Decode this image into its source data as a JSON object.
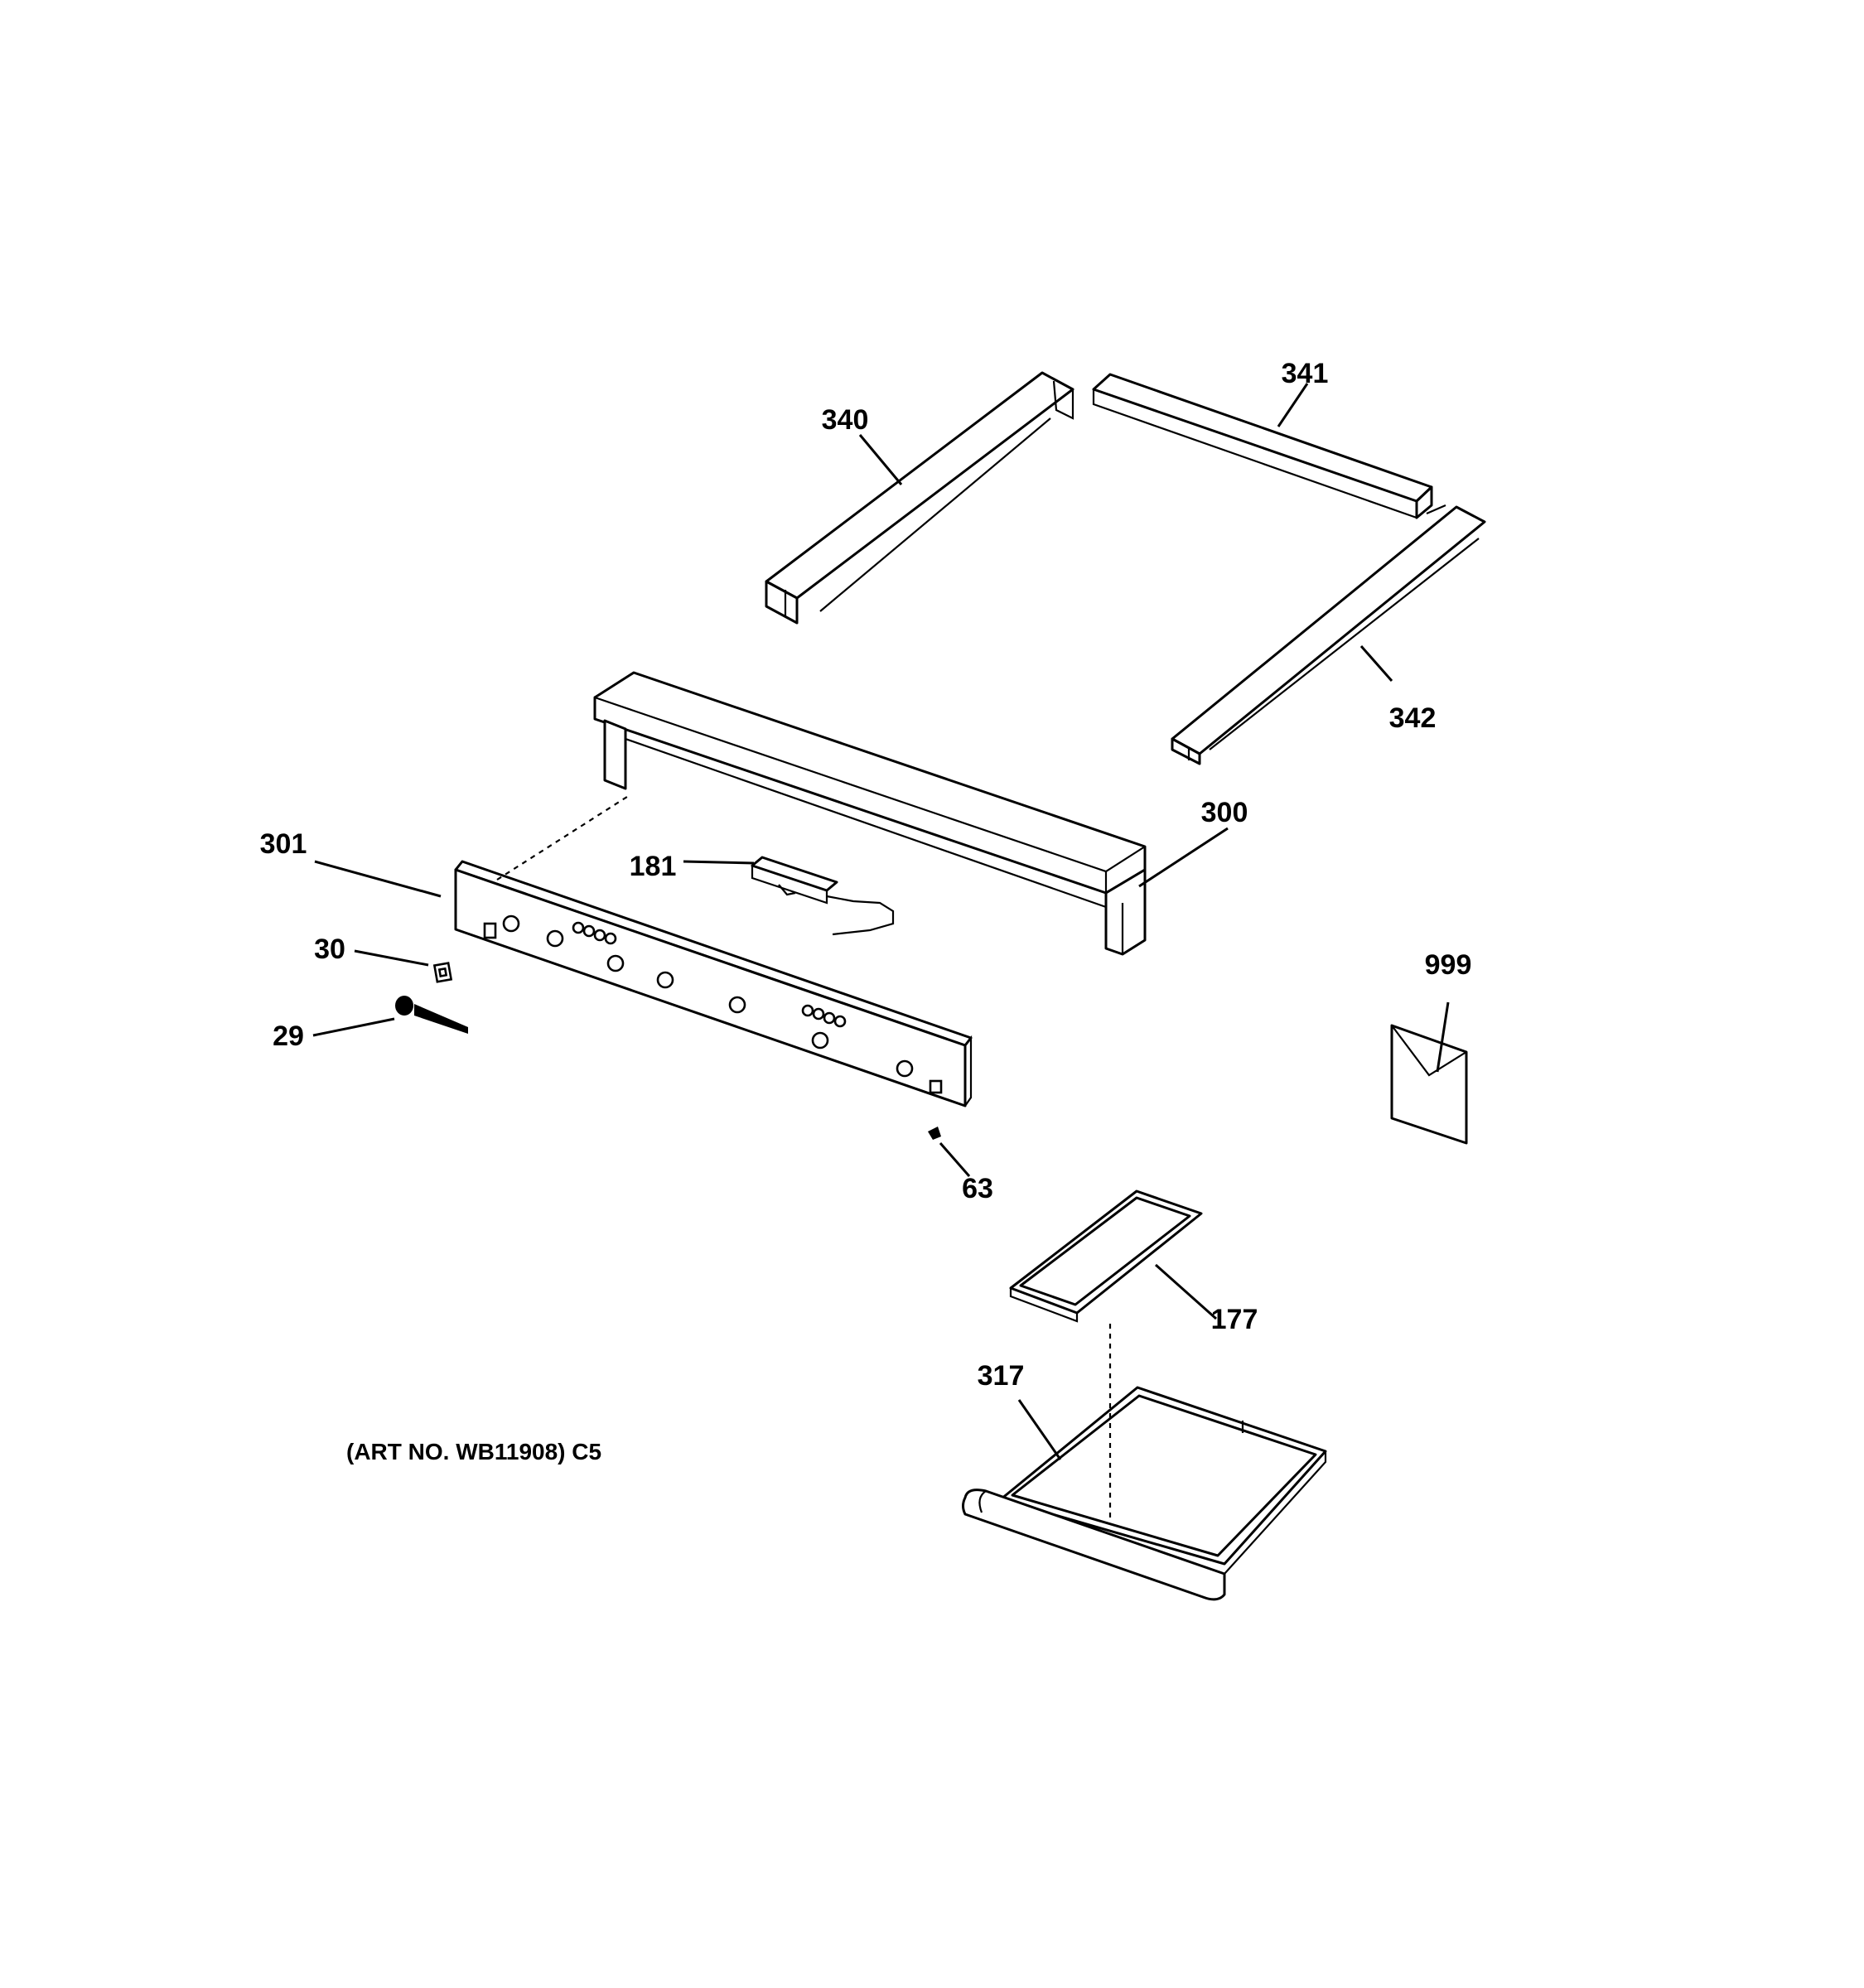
{
  "callouts": [
    {
      "id": "340",
      "label": "340"
    },
    {
      "id": "341",
      "label": "341"
    },
    {
      "id": "342",
      "label": "342"
    },
    {
      "id": "300",
      "label": "300"
    },
    {
      "id": "301",
      "label": "301"
    },
    {
      "id": "181",
      "label": "181"
    },
    {
      "id": "30",
      "label": "30"
    },
    {
      "id": "29",
      "label": "29"
    },
    {
      "id": "63",
      "label": "63"
    },
    {
      "id": "999",
      "label": "999"
    },
    {
      "id": "177",
      "label": "177"
    },
    {
      "id": "317",
      "label": "317"
    }
  ],
  "art_number": "(ART NO. WB11908) C5"
}
